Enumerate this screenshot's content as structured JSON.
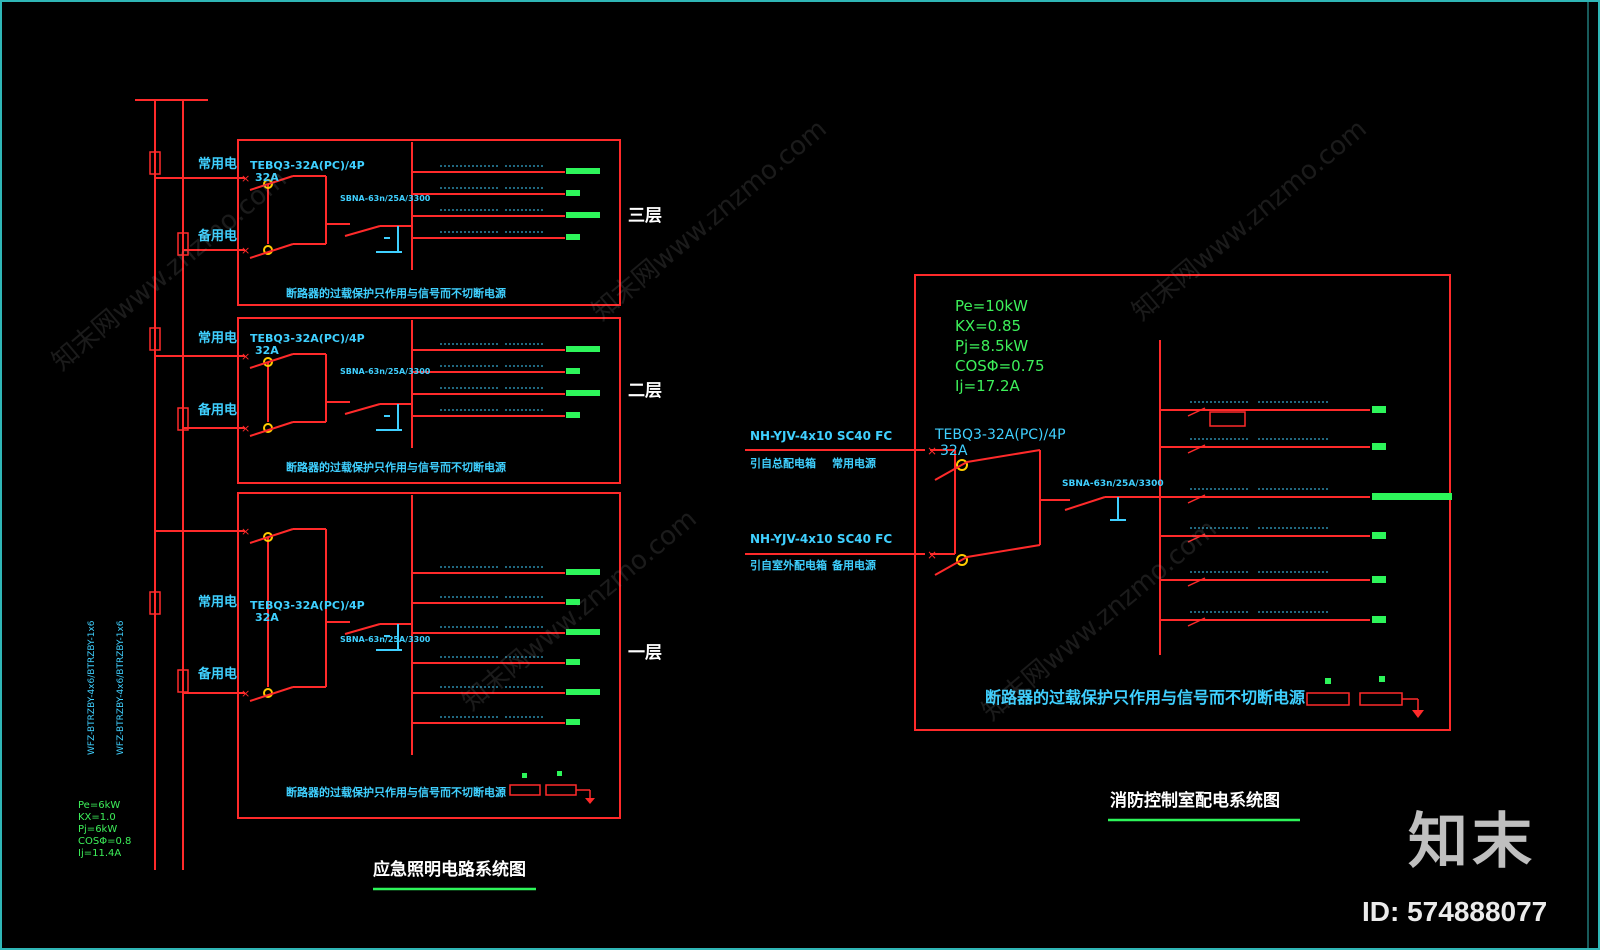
{
  "left_diagram": {
    "title": "应急照明电路系统图",
    "panels": [
      {
        "floor": "三层",
        "normal_label": "常用电",
        "backup_label": "备用电",
        "breaker": "TEBQ3-32A(PC)/4P",
        "rating": "32A",
        "branch_breaker": "SBNA-63n/25A/3300",
        "note": "断路器的过载保护只作用与信号而不切断电源"
      },
      {
        "floor": "二层",
        "normal_label": "常用电",
        "backup_label": "备用电",
        "breaker": "TEBQ3-32A(PC)/4P",
        "rating": "32A",
        "branch_breaker": "SBNA-63n/25A/3300",
        "note": "断路器的过载保护只作用与信号而不切断电源"
      },
      {
        "floor": "一层",
        "normal_label": "常用电",
        "backup_label": "备用电",
        "breaker": "TEBQ3-32A(PC)/4P",
        "rating": "32A",
        "branch_breaker": "SBNA-63n/25A/3300",
        "note": "断路器的过载保护只作用与信号而不切断电源"
      }
    ],
    "params": [
      "Pe=6kW",
      "KX=1.0",
      "Pj=6kW",
      "COSΦ=0.8",
      "Ij=11.4A"
    ],
    "vertical_cable_1": "WFZ-BTRZBY-4x6/BTRZBY-1x6",
    "vertical_cable_2": "WFZ-BTRZBY-4x6/BTRZBY-1x6"
  },
  "right_diagram": {
    "title": "消防控制室配电系统图",
    "params": [
      "Pe=10kW",
      "KX=0.85",
      "Pj=8.5kW",
      "COSΦ=0.75",
      "Ij=17.2A"
    ],
    "feeder_1_cable": "NH-YJV-4x10 SC40 FC",
    "feeder_1_desc_a": "引自总配电箱",
    "feeder_1_desc_b": "常用电源",
    "feeder_2_cable": "NH-YJV-4x10 SC40 FC",
    "feeder_2_desc_a": "引自室外配电箱",
    "feeder_2_desc_b": "备用电源",
    "breaker": "TEBQ3-32A(PC)/4P",
    "rating": "32A",
    "branch_breaker": "SBNA-63n/25A/3300",
    "note": "断路器的过载保护只作用与信号而不切断电源"
  },
  "watermarks": {
    "logo_text": "知末",
    "id_text": "ID: 574888077",
    "tiled_text": "知末网www.znzmo.com"
  },
  "colors": {
    "background": "#000000",
    "wiring": "#ff2a2a",
    "labels": "#3fd0ff",
    "loads": "#2df55a",
    "title_underline": "#2df55a",
    "frame": "#2fb6b6"
  }
}
